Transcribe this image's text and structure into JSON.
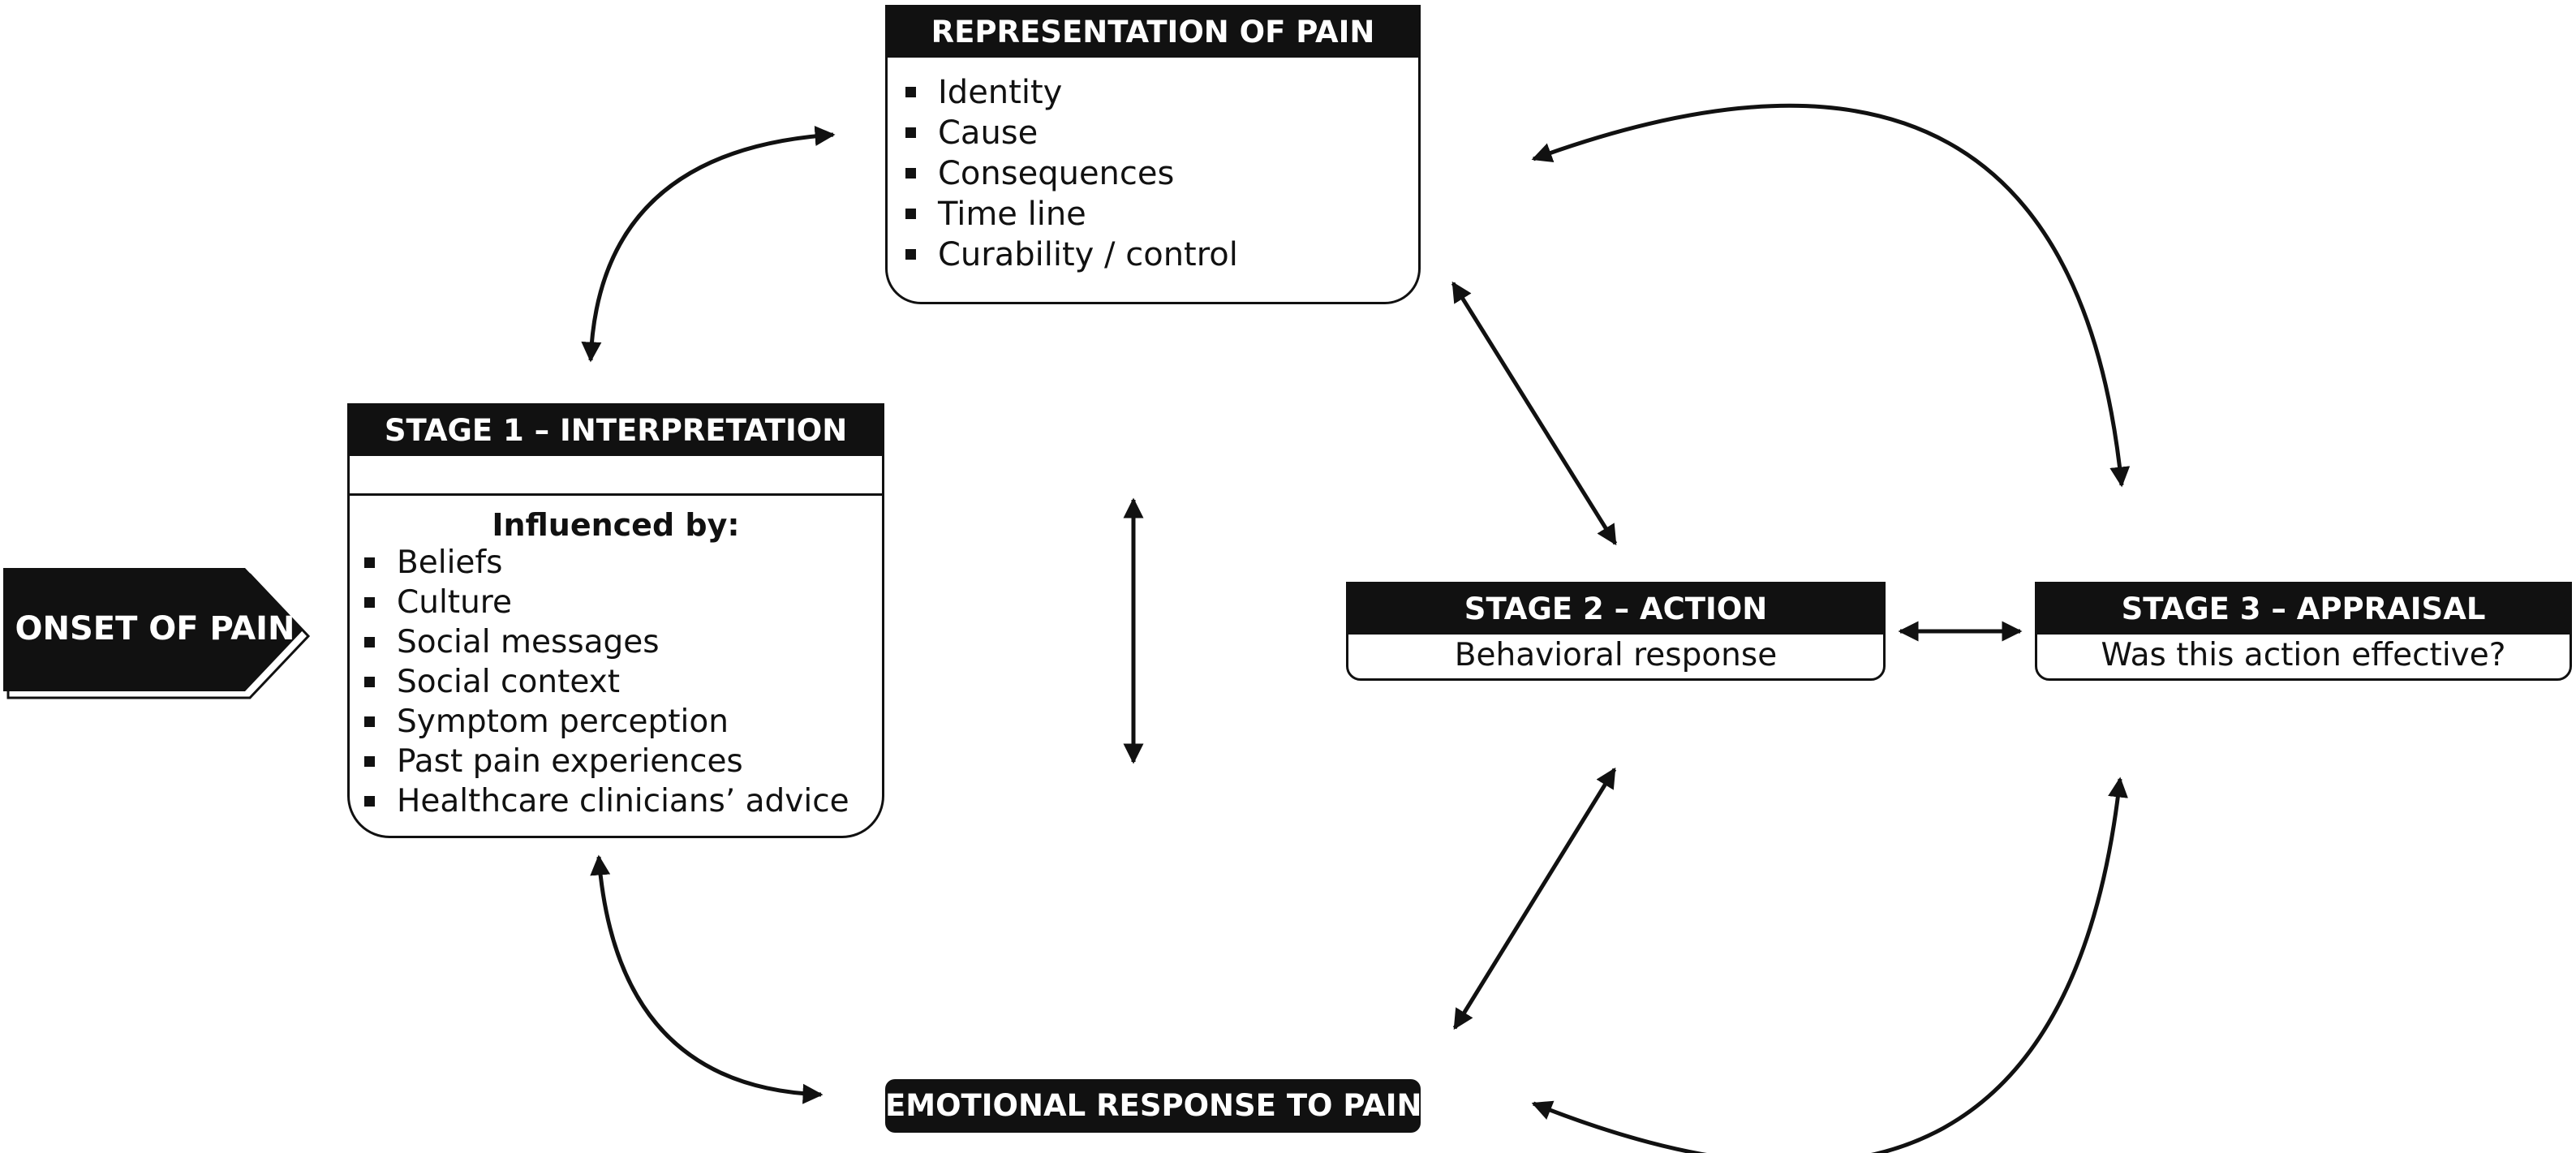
{
  "onset": {
    "label": "ONSET OF PAIN"
  },
  "representation": {
    "title": "REPRESENTATION OF  PAIN",
    "items": [
      "Identity",
      "Cause",
      "Consequences",
      "Time line",
      "Curability / control"
    ]
  },
  "stage1": {
    "title": "STAGE 1 – INTERPRETATION",
    "subtitle": "Influenced by:",
    "items": [
      "Beliefs",
      "Culture",
      "Social messages",
      "Social context",
      "Symptom perception",
      "Past pain experiences",
      "Healthcare clinicians’ advice"
    ]
  },
  "stage2": {
    "title": "STAGE 2 – ACTION",
    "body": "Behavioral response"
  },
  "stage3": {
    "title": "STAGE 3 – APPRAISAL",
    "body": "Was this action effective?"
  },
  "emotional": {
    "title": "EMOTIONAL RESPONSE TO PAIN"
  },
  "colors": {
    "ink": "#111111",
    "background": "#ffffff",
    "header_text": "#ffffff"
  }
}
